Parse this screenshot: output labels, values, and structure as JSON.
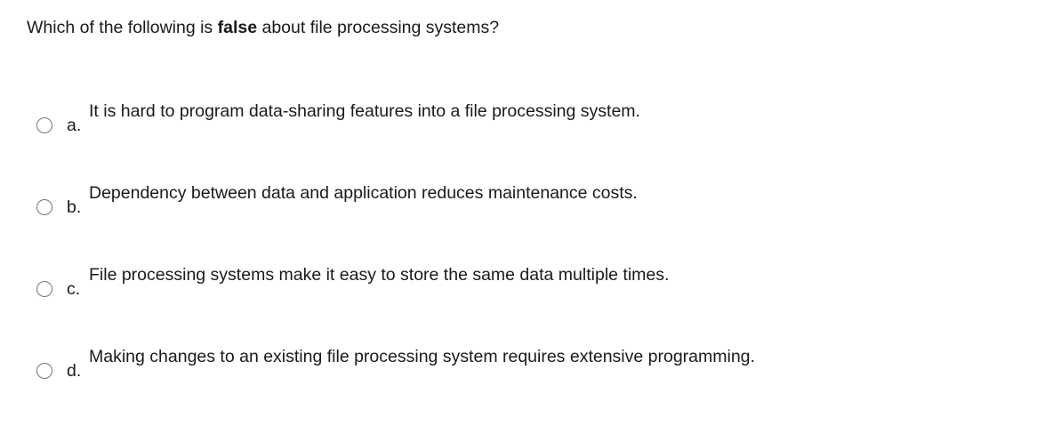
{
  "question": {
    "prefix": "Which of the following is ",
    "emphasis": "false",
    "suffix": " about file processing systems?"
  },
  "answers": [
    {
      "letter": "a.",
      "text": "It is hard to program data-sharing features into a file processing system.",
      "selected": false
    },
    {
      "letter": "b.",
      "text": "Dependency between data and application reduces maintenance costs.",
      "selected": false
    },
    {
      "letter": "c.",
      "text": "File processing systems make it easy to store the same data multiple times.",
      "selected": false
    },
    {
      "letter": "d.",
      "text": "Making changes to an existing file processing system requires extensive programming.",
      "selected": false
    }
  ],
  "colors": {
    "background": "#ffffff",
    "text": "#1a1a1a",
    "radio_border": "#767676"
  }
}
